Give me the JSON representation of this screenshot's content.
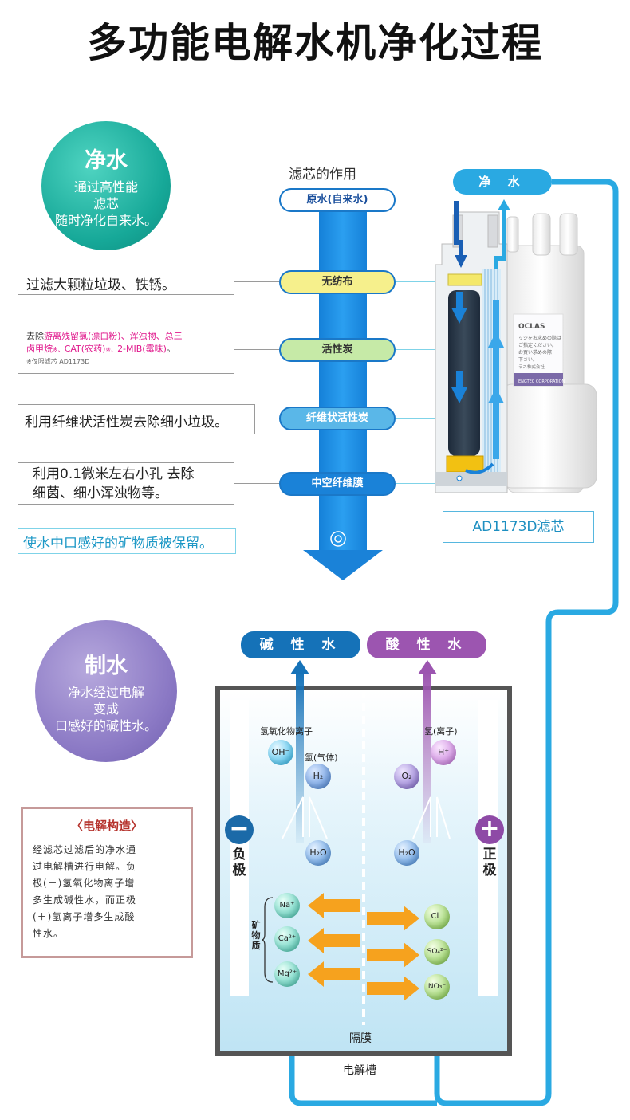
{
  "title": "多功能电解水机净化过程",
  "purify_circle": {
    "title": "净水",
    "desc1": "通过高性能",
    "desc2": "滤芯",
    "desc3": "随时净化自来水。"
  },
  "make_circle": {
    "title": "制水",
    "desc1": "净水经过电解",
    "desc2": "变成",
    "desc3": "口感好的碱性水。"
  },
  "filter": {
    "heading": "滤芯的作用",
    "stages": [
      "原水(自来水)",
      "无纺布",
      "活性炭",
      "纤维状活性炭",
      "中空纤维膜"
    ],
    "desc_nonwoven": "过滤大颗粒垃圾、铁锈。",
    "desc_carbon_prefix": "去除",
    "desc_carbon_pink1": "游离残留氯(漂白粉)、浑浊物、总三",
    "desc_carbon_pink2": "卤甲烷",
    "desc_carbon_mid1": "※、",
    "desc_carbon_pink3": "CAT(农药)",
    "desc_carbon_mid2": "※、",
    "desc_carbon_pink4": "2-MIB(霉味)",
    "desc_carbon_end": "。",
    "desc_carbon_note": "※仅限滤芯 AD1173D",
    "desc_fiber": "利用纤维状活性炭去除细小垃圾。",
    "desc_hollow_1": "利用0.1微米左右小孔 去除",
    "desc_hollow_2": "细菌、细小浑浊物等。",
    "desc_mineral": "使水中口感好的矿物质被保留。",
    "out_label": "净 水",
    "model_label": "AD1173D滤芯",
    "cartridge_text": [
      "OCLAS",
      "ッジをお求めの際は",
      "ご指定ください。",
      "お買い求めの際",
      "下さい。",
      "ラス株式会社",
      "ENGTEC CORPORATION"
    ]
  },
  "electrolysis": {
    "alkaline_label": "碱 性 水",
    "acidic_label": "酸 性 水",
    "structure_heading": "〈电解构造〉",
    "structure_lines": [
      "经滤芯过滤后的净水通",
      "过电解槽进行电解。负",
      "极(－)氢氧化物离子增",
      "多生成碱性水，而正极",
      "(＋)氢离子增多生成酸",
      "性水。"
    ],
    "negative_sign": "−",
    "positive_sign": "+",
    "negative_label": "负极",
    "positive_label": "正极",
    "hydroxide_label": "氢氧化物离子",
    "hydrogen_gas_label": "氢(气体)",
    "hydrogen_ion_label": "氢(离子)",
    "minerals_label": "矿物质",
    "membrane_label": "隔膜",
    "tank_label": "电解槽",
    "ions": {
      "oh": "OH⁻",
      "h2": "H₂",
      "h2o": "H₂O",
      "o2": "O₂",
      "h": "H⁺",
      "na": "Na⁺",
      "ca": "Ca²⁺",
      "mg": "Mg²⁺",
      "cl": "Cl⁻",
      "so4": "SO₄²⁻",
      "no3": "NO₃⁻"
    }
  },
  "colors": {
    "pure_teal": "#16a898",
    "make_purple": "#8a78c4",
    "flow_blue": "#1a82d8",
    "pipe_blue": "#2aa9e2",
    "alkaline_blue": "#1572b8",
    "acidic_purple": "#9c55b0",
    "mineral_orange": "#f6a21e",
    "carbon_pink": "#e0188c"
  }
}
